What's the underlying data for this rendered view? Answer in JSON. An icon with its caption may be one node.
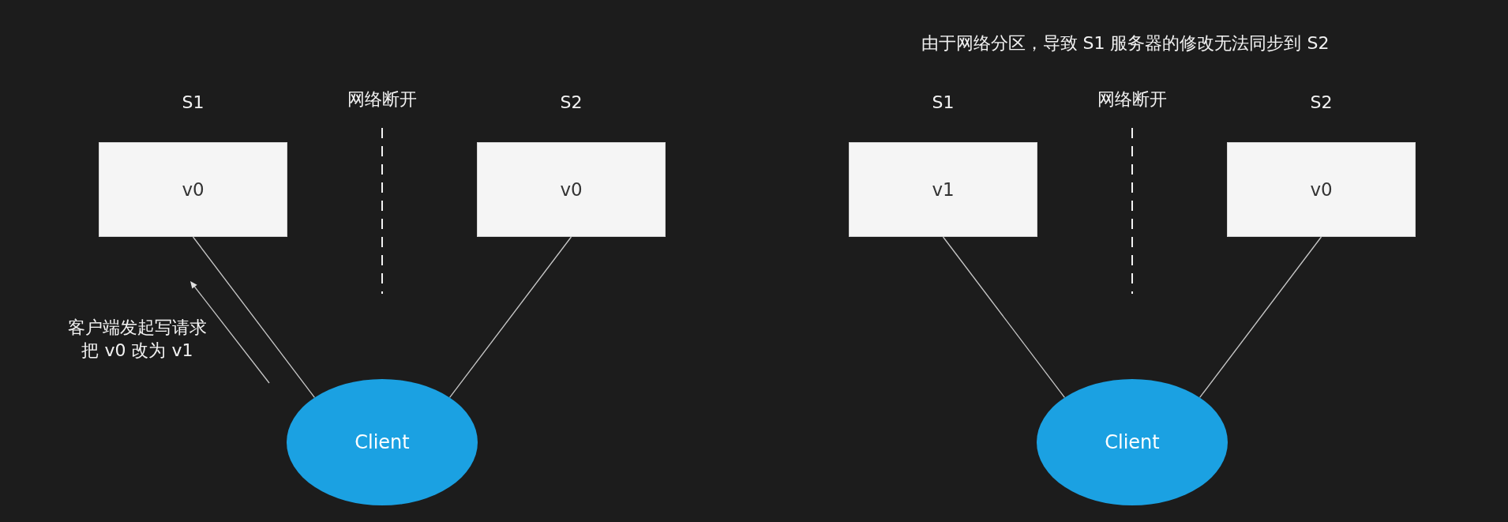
{
  "diagram": {
    "nodes": [
      {
        "text": [
          "S1",
          "v0"
        ]
      },
      {
        "text": [
          "S2",
          "v0"
        ]
      },
      {
        "text": [
          "Client"
        ]
      },
      {
        "text": [
          "S1",
          "v1"
        ]
      },
      {
        "text": [
          "S2",
          "v0"
        ]
      },
      {
        "text": [
          "Client"
        ]
      }
    ],
    "edges": [
      {
        "from": 0,
        "to": 2,
        "arrow": "none"
      },
      {
        "from": 1,
        "to": 2,
        "arrow": "none"
      },
      {
        "from": 3,
        "to": 5,
        "arrow": "none"
      },
      {
        "from": 4,
        "to": 5,
        "arrow": "none"
      }
    ],
    "labels": [
      "由于网络分区，导致 S1 服务器的修改无法同步到 S2",
      "网络断开",
      "网络断开",
      "客户端发起写请求把 v0 改为 v1"
    ]
  }
}
